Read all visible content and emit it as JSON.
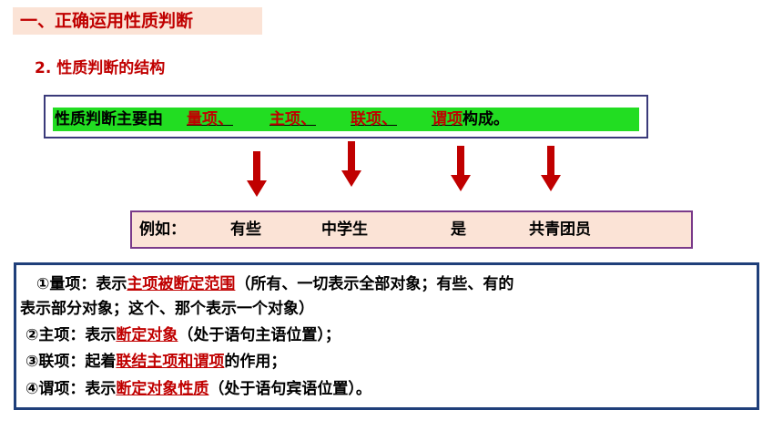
{
  "section_title": "一、正确运用性质判断",
  "sub_title": "2. 性质判断的结构",
  "definition": {
    "prefix": "性质判断主要由",
    "terms": [
      "量项、",
      "主项、",
      "联项、",
      "谓项"
    ],
    "suffix": "构成。"
  },
  "example": {
    "label": "例如：",
    "parts": [
      "有些",
      "中学生",
      "是",
      "共青团员"
    ]
  },
  "notes": {
    "line1_a": "①量项：表示",
    "line1_hl": "主项被断定范围",
    "line1_b": "（所有、一切表示全部对象；有些、有的",
    "line2": "表示部分对象；这个、那个表示一个对象）",
    "line3_a": "②主项：表示",
    "line3_hl": "断定对象",
    "line3_b": "（处于语句主语位置）；",
    "line4_a": "③联项：起着",
    "line4_hl": "联结主项和谓项",
    "line4_b": "的作用；",
    "line5_a": "④谓项：表示",
    "line5_hl": "断定对象性质",
    "line5_b": "（处于语句宾语位置）。"
  },
  "colors": {
    "accent_red": "#c00000",
    "definition_bg": "#22dd22",
    "example_bg": "#fbe3d6",
    "notes_border": "#1f3f7a"
  }
}
